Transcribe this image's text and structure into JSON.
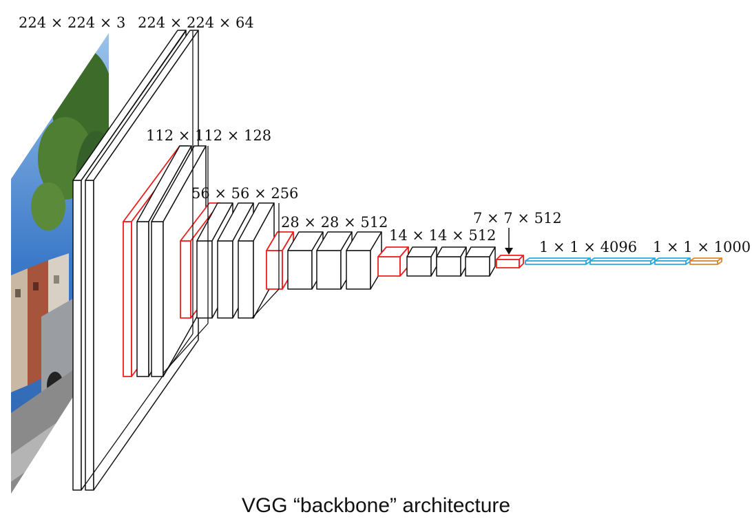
{
  "diagram": {
    "caption": "VGG “backbone” architecture",
    "dimension_labels": {
      "input": "224 × 224 × 3",
      "conv1": "224 × 224 × 64",
      "conv2": "112 × 112 × 128",
      "conv3": "56 × 56 × 256",
      "conv4": "28 × 28 × 512",
      "conv5": "14 × 14 × 512",
      "pool5": "7 × 7 × 512",
      "fc": "1 × 1 × 4096",
      "output": "1 × 1 × 1000"
    },
    "colors": {
      "conv_layer": "#111111",
      "pooling_layer": "#ee1c1c",
      "fully_connected": "#2aa8e0",
      "softmax": "#d9862b",
      "image_sky": "#3a78c8",
      "image_tree": "#3d6b2a",
      "image_road": "#8a8a8a"
    },
    "input_image": "street-scene-photo"
  }
}
